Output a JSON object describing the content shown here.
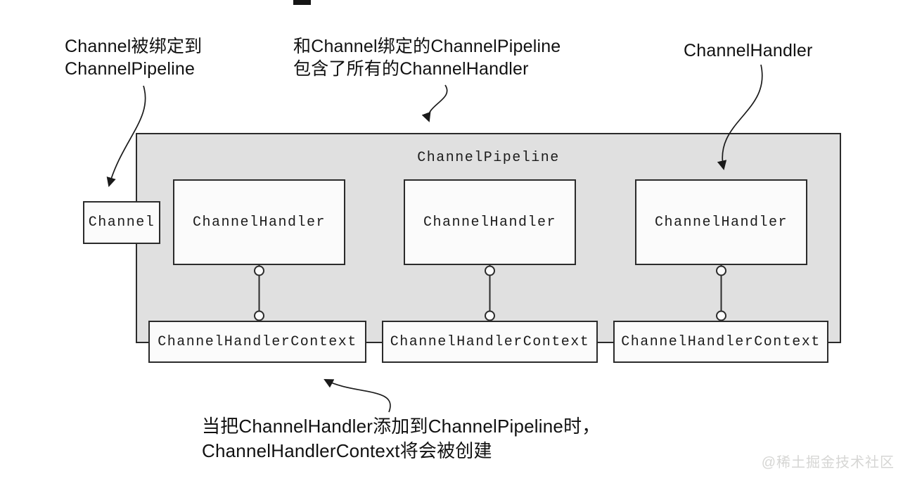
{
  "colors": {
    "pipeline_fill": "#e0e0e0",
    "node_fill": "#fbfbfb",
    "border": "#2b2b2b",
    "text": "#111111",
    "watermark": "#d6d6d4"
  },
  "annotations": {
    "channel_binding": {
      "line1": "Channel被绑定到",
      "line2": "ChannelPipeline"
    },
    "pipeline_contains": {
      "line1": "和Channel绑定的ChannelPipeline",
      "line2": "包含了所有的ChannelHandler"
    },
    "handler_pointer": "ChannelHandler",
    "context_creation": {
      "line1": "当把ChannelHandler添加到ChannelPipeline时，",
      "line2": "ChannelHandlerContext将会被创建"
    }
  },
  "diagram": {
    "pipeline_title": "ChannelPipeline",
    "channel_box": "Channel",
    "handler_boxes": [
      "ChannelHandler",
      "ChannelHandler",
      "ChannelHandler"
    ],
    "context_boxes": [
      "ChannelHandlerContext",
      "ChannelHandlerContext",
      "ChannelHandlerContext"
    ]
  },
  "watermark": "@稀土掘金技术社区"
}
